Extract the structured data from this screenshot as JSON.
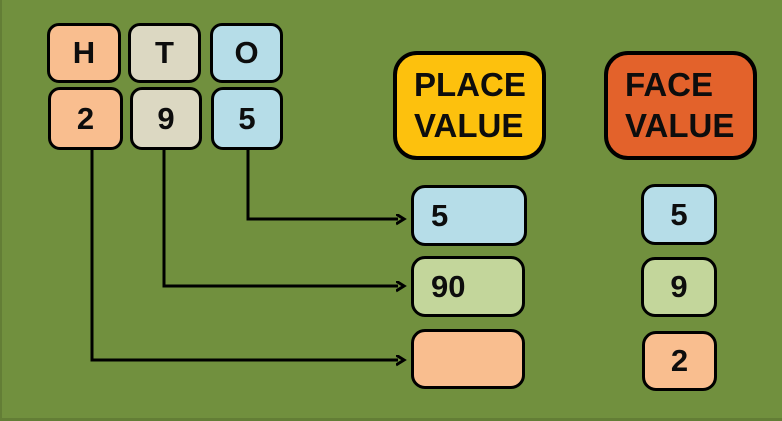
{
  "palette": {
    "background": "#71903E",
    "peach": "#F9BE8F",
    "tan": "#DCD8C2",
    "blue": "#B6DDE8",
    "green": "#C3D69B",
    "gold": "#FDC10D",
    "orange_red": "#E3622B",
    "outline": "#000000"
  },
  "columns": [
    {
      "header": "H",
      "digit": "2"
    },
    {
      "header": "T",
      "digit": "9"
    },
    {
      "header": "O",
      "digit": "5"
    }
  ],
  "place_value_header": {
    "line1": "PLACE",
    "line2": "VALUE"
  },
  "face_value_header": {
    "line1": "FACE",
    "line2": "VALUE"
  },
  "place_values": [
    {
      "value": "5"
    },
    {
      "value": "90"
    },
    {
      "value": ""
    }
  ],
  "face_values": [
    {
      "value": "5"
    },
    {
      "value": "9"
    },
    {
      "value": "2"
    }
  ]
}
